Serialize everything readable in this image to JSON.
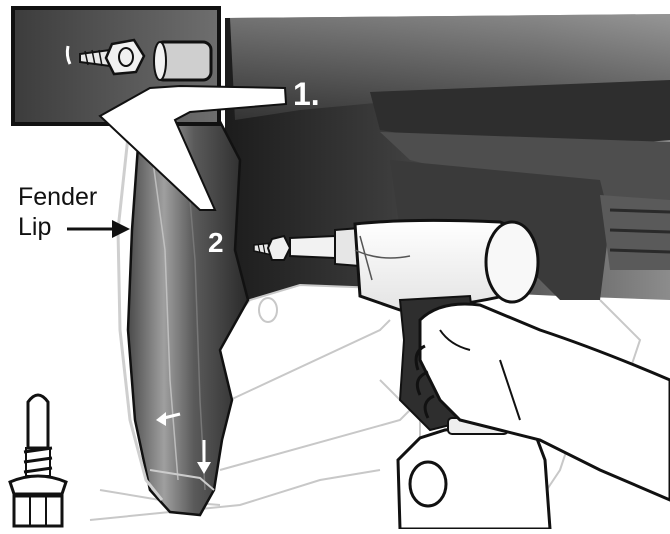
{
  "labels": {
    "fender_line1": "Fender",
    "fender_line2": "Lip",
    "step1": "1.",
    "step2": "2"
  },
  "colors": {
    "panel_dark": "#2b2b2b",
    "panel_mid": "#6a6a6a",
    "panel_light": "#b9b9b9",
    "outline": "#111111",
    "line_light": "#cfcfcf",
    "background": "#ffffff"
  },
  "icons": [
    "bolt-icon",
    "push-clip-icon",
    "drill-icon",
    "arrow-icon",
    "hand-icon"
  ]
}
